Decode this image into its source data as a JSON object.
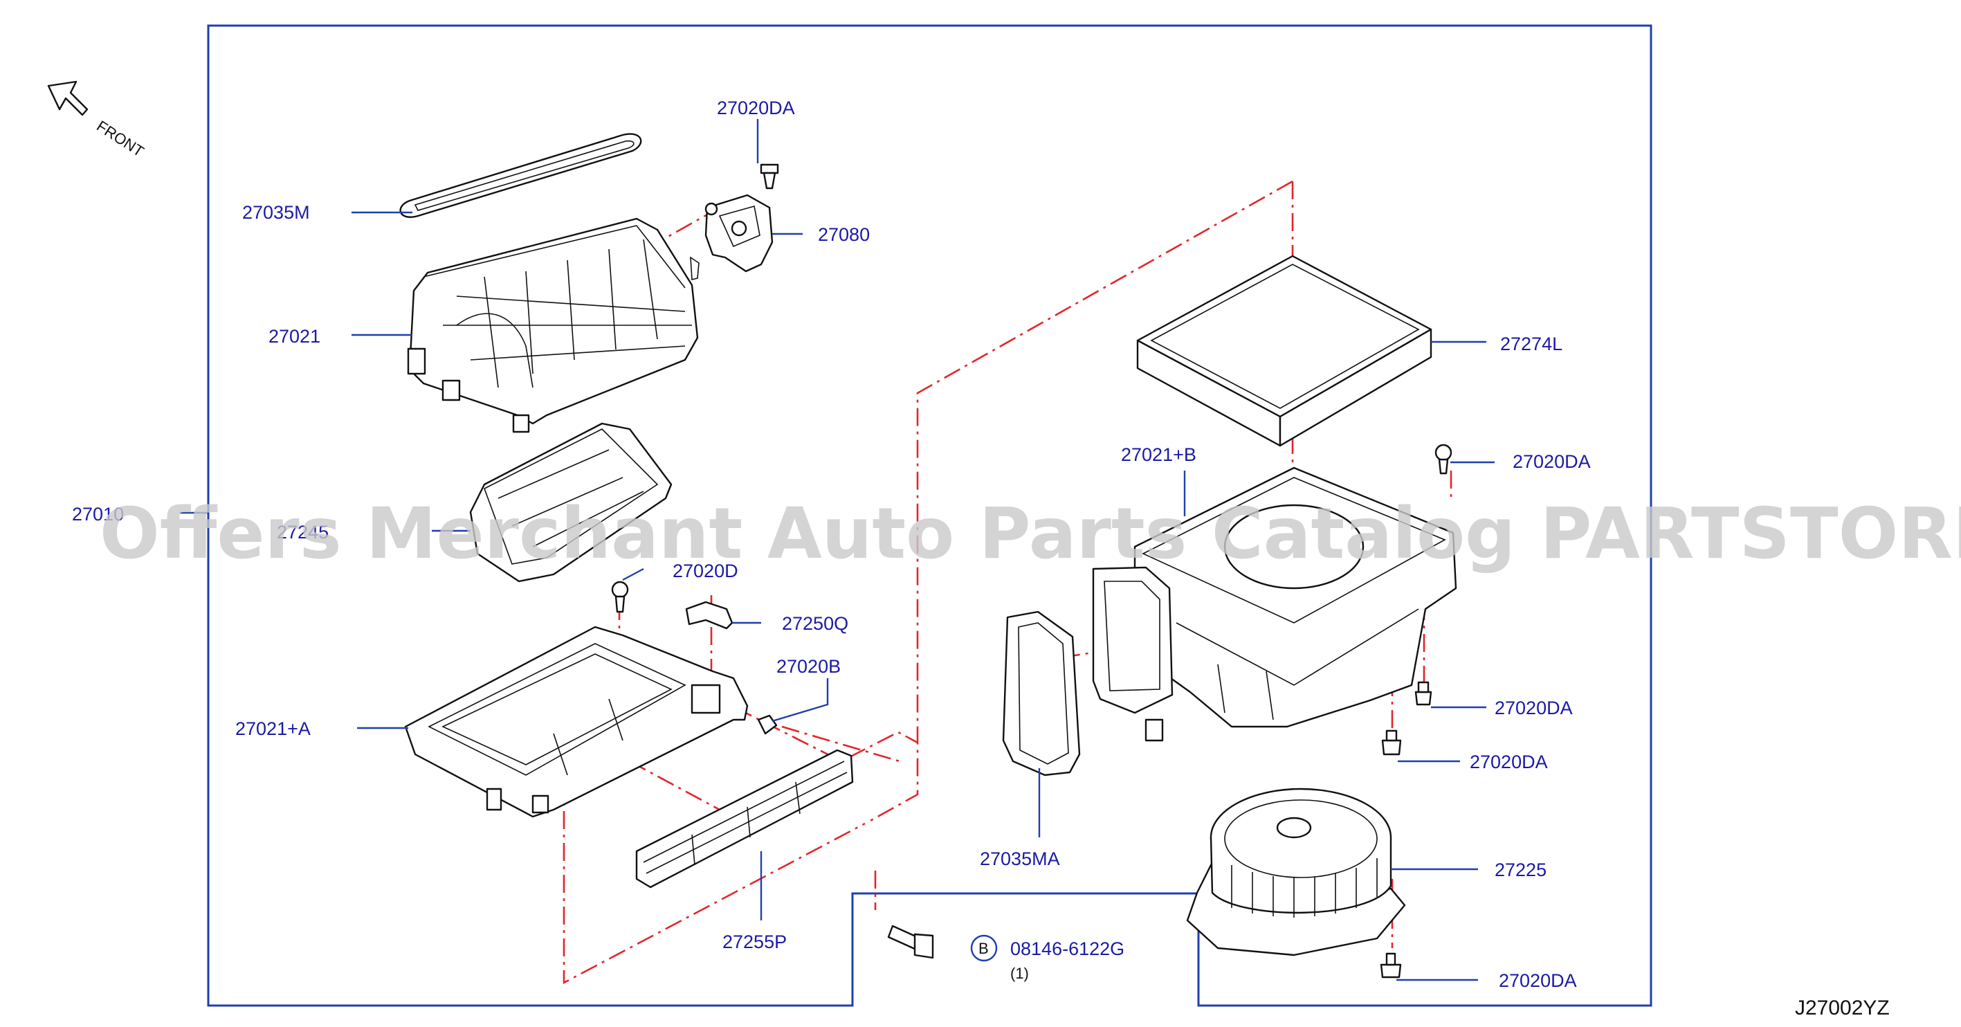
{
  "orientation": {
    "label": "FRONT"
  },
  "diagram_code": "J27002YZ",
  "watermark": "Offers Merchant Auto Parts Catalog PARTSTORE.SA",
  "callouts": {
    "p27020DA_top": "27020DA",
    "p27035M": "27035M",
    "p27080": "27080",
    "p27021": "27021",
    "p27010": "27010",
    "p27245": "27245",
    "p27020D": "27020D",
    "p27250Q": "27250Q",
    "p27020B": "27020B",
    "p27021A": "27021+A",
    "p27255P": "27255P",
    "p27274L": "27274L",
    "p27021B": "27021+B",
    "p27020DA_right1": "27020DA",
    "p27020DA_right2": "27020DA",
    "p27020DA_right3": "27020DA",
    "p27035MA": "27035MA",
    "p27225": "27225",
    "p27020DA_bottom": "27020DA",
    "bolt_circle": "B",
    "bolt_part": "08146-6122G",
    "bolt_qty": "(1)"
  }
}
